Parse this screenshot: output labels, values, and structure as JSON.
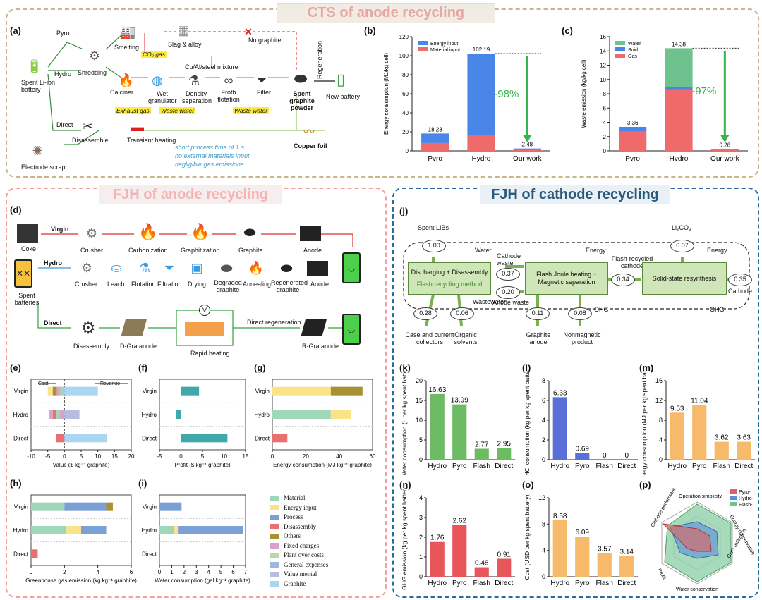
{
  "colors": {
    "blue": "#4a86e8",
    "red": "#ef6b6b",
    "green": "#6dc28e",
    "tan": "#d4a24c"
  },
  "banners": {
    "cts": "CTS of anode recycling",
    "fjh_anode": "FJH of anode recycling",
    "fjh_cathode": "FJH of cathode recycling"
  },
  "panels": {
    "a": "(a)",
    "b": "(b)",
    "c": "(c)",
    "d": "(d)",
    "e": "(e)",
    "f": "(f)",
    "g": "(g)",
    "h": "(h)",
    "i": "(i)",
    "j": "(j)",
    "k": "(k)",
    "l": "(l)",
    "m": "(m)",
    "n": "(n)",
    "o": "(o)",
    "p": "(p)"
  },
  "panel_a": {
    "pyro": "Pyro",
    "hydro": "Hydro",
    "direct": "Direct",
    "smelting": "Smelting",
    "co2": "CO₂ gas",
    "slag": "Slag & alloy",
    "no_graphite": "No graphite",
    "shredding": "Shredding",
    "spent_battery": "Spent Li-ion battery",
    "cu_mix": "Cu/Al/steel mixture",
    "calciner": "Calciner",
    "wet_gran": "Wet granulator",
    "density": "Density separation",
    "froth": "Froth flotation",
    "filter": "Filter",
    "exhaust": "Exhaust gas",
    "waste_water1": "Waste water",
    "waste_water2": "Waste water",
    "spent_graphite": "Spent graphite powder",
    "regeneration": "Regeneration",
    "new_battery": "New battery",
    "disassemble": "Disassemble",
    "transient": "Transient heating",
    "copper": "Copper foil",
    "scrap": "Electrode scrap",
    "bullets": [
      "short process time of 1 s",
      "no external materials input",
      "negligible gas emissions"
    ]
  },
  "panel_d": {
    "virgin": "Virgin",
    "hydro": "Hydro",
    "direct": "Direct",
    "row1": [
      "Coke",
      "Crusher",
      "Carbonization",
      "Graphitization",
      "Graphite",
      "Anode"
    ],
    "row2": [
      "Crusher",
      "Leach",
      "Flotation",
      "Filtration",
      "Drying",
      "Degraded graphite",
      "Annealing",
      "Regenerated graphite",
      "Anode"
    ],
    "row3": [
      "Disassembly",
      "D-Gra anode",
      "Rapid heating",
      "Direct regeneration",
      "R-Gra anode"
    ],
    "spent": "Spent batteries",
    "v": "V"
  },
  "panel_j": {
    "spent": "Spent LIBs",
    "li2co3": "Li₂CO₃",
    "water": "Water",
    "energy1": "Energy",
    "energy2": "Energy",
    "cathode_waste": "Cathode waste",
    "anode_waste": "Anode waste",
    "flash_cathode": "Flash-recycled cathode",
    "box1": "Discharging + Disassembly",
    "box1b": "Flash recycling method",
    "box2": "Flash Joule heating + Magnetic separation",
    "box3": "Solid-state resynthesis",
    "wastewater": "Wastewater",
    "ghg1": "GHG",
    "ghg2": "GHG",
    "cathode": "Cathode",
    "n_spent": "1.00",
    "n_li": "0.07",
    "n_cw": "0.37",
    "n_aw": "0.20",
    "n_fc": "0.34",
    "n_cat": "0.35",
    "n_case": "0.28",
    "n_org": "0.06",
    "n_ga": "0.11",
    "n_nm": "0.08",
    "case": "Case and current collectors",
    "org": "Organic solvents",
    "ga": "Graphite anode",
    "nm": "Nonmagnetic product"
  },
  "legend_efi": {
    "items": [
      {
        "name": "Material",
        "color": "#9fd8b8"
      },
      {
        "name": "Energy input",
        "color": "#fbe38a"
      },
      {
        "name": "Process",
        "color": "#7aa0d6"
      },
      {
        "name": "Disassembly",
        "color": "#e77070"
      },
      {
        "name": "Others",
        "color": "#a69232"
      },
      {
        "name": "Fixed charges",
        "color": "#d9a0d0"
      },
      {
        "name": "Plant over costs",
        "color": "#b6d7a8"
      },
      {
        "name": "General expenses",
        "color": "#9fb7d8"
      },
      {
        "name": "Value mental",
        "color": "#b7bde0"
      },
      {
        "name": "Graphite",
        "color": "#a9d6f0"
      }
    ]
  },
  "radar": {
    "axes": [
      "Operation simplicity",
      "Energy conservation",
      "GHG reduction",
      "Water conservation",
      "Profit",
      "Cathode performance"
    ],
    "legend": [
      "Pyro-",
      "Hydro-",
      "Flash-"
    ]
  },
  "chart_data": [
    {
      "id": "b",
      "type": "bar",
      "categories": [
        "Pvro",
        "Hydro",
        "Our work"
      ],
      "ylabel": "Energy consumption (MJ/kg cell)",
      "ylim": [
        0,
        120
      ],
      "yticks": [
        0,
        20,
        40,
        60,
        80,
        100,
        120
      ],
      "series": [
        {
          "name": "Material input",
          "values": [
            8.2,
            17.0,
            0.8
          ]
        },
        {
          "name": "Energy input",
          "values": [
            10.03,
            85.19,
            1.68
          ]
        }
      ],
      "labels": [
        "18.23",
        "102.19",
        "2.48"
      ],
      "annotation": "-98%"
    },
    {
      "id": "c",
      "type": "bar",
      "categories": [
        "Pvro",
        "Hvdro",
        "Our work"
      ],
      "ylabel": "Waste emission (kg/kg cell)",
      "ylim": [
        0,
        16
      ],
      "yticks": [
        0,
        2,
        4,
        6,
        8,
        10,
        12,
        14,
        16
      ],
      "series": [
        {
          "name": "Gas",
          "values": [
            2.7,
            8.6,
            0.2
          ]
        },
        {
          "name": "Soid",
          "values": [
            0.66,
            0.3,
            0.06
          ]
        },
        {
          "name": "Water",
          "values": [
            0,
            5.48,
            0
          ]
        }
      ],
      "labels": [
        "3.36",
        "14.38",
        "0.26"
      ],
      "annotation": "-97%"
    },
    {
      "id": "e",
      "type": "bar",
      "orientation": "horizontal",
      "categories": [
        "Virgin",
        "Hydro",
        "Direct"
      ],
      "xlabel": "Value ($ kg⁻¹ graphite)",
      "xlim": [
        -10,
        20
      ],
      "xticks": [
        -10,
        -5,
        0,
        5,
        10,
        15,
        20
      ],
      "notes": [
        "Cost",
        "Revenue"
      ]
    },
    {
      "id": "f",
      "type": "bar",
      "orientation": "horizontal",
      "categories": [
        "Virgin",
        "Hydro",
        "Direct"
      ],
      "xlabel": "Profit ($ kg⁻¹ graphite)",
      "xlim": [
        -5,
        15
      ],
      "xticks": [
        -5,
        0,
        5,
        10,
        15
      ],
      "values": [
        4.2,
        -1.2,
        10.8
      ]
    },
    {
      "id": "g",
      "type": "bar",
      "orientation": "horizontal",
      "categories": [
        "Virgin",
        "Hydro",
        "Direct"
      ],
      "xlabel": "Energy consumption (MJ kg⁻¹ graphite)",
      "xlim": [
        0,
        60
      ],
      "xticks": [
        0,
        20,
        40
      ],
      "extra_tick": "60"
    },
    {
      "id": "h",
      "type": "bar",
      "orientation": "horizontal",
      "categories": [
        "Virgin",
        "Hydro",
        "Direct"
      ],
      "xlabel": "Greenhouse gas emission (kg kg⁻¹ graphite)",
      "xlim": [
        0,
        6
      ],
      "xticks": [
        0,
        2,
        4,
        6
      ]
    },
    {
      "id": "i",
      "type": "bar",
      "orientation": "horizontal",
      "categories": [
        "Virgin",
        "Hydro",
        "Direct"
      ],
      "xlabel": "Water consumption (gal kg⁻¹ graphite)",
      "xlim": [
        0,
        7
      ],
      "xticks": [
        0,
        1,
        2,
        3,
        4,
        5,
        6,
        7
      ]
    },
    {
      "id": "k",
      "type": "bar",
      "categories": [
        "Hydro",
        "Pyro",
        "Flash",
        "Direct"
      ],
      "values": [
        16.63,
        13.99,
        2.77,
        2.95
      ],
      "labels": [
        "16.63",
        "13.99",
        "2.77",
        "2.95"
      ],
      "ylabel": "Water consumption (L per kg spent battery)",
      "ylim": [
        0,
        20
      ],
      "yticks": [
        0,
        5,
        10,
        15,
        20
      ],
      "color": "#6dbb63"
    },
    {
      "id": "l",
      "type": "bar",
      "categories": [
        "Hydro",
        "Pyro",
        "Flash",
        "Direct"
      ],
      "values": [
        6.33,
        0.69,
        0,
        0
      ],
      "labels": [
        "6.33",
        "0.69",
        "0",
        "0"
      ],
      "ylabel": "HCl consumption (kg per kg spent battery)",
      "ylim": [
        0,
        8
      ],
      "yticks": [
        0,
        2,
        4,
        6,
        8
      ],
      "color": "#5b6fd8"
    },
    {
      "id": "m",
      "type": "bar",
      "categories": [
        "Hydro",
        "Pyro",
        "Flash",
        "Direct"
      ],
      "values": [
        9.53,
        11.04,
        3.62,
        3.63
      ],
      "labels": [
        "9.53",
        "11.04",
        "3.62",
        "3.63"
      ],
      "ylabel": "Energy consumption (MJ per kg spent battery)",
      "ylim": [
        0,
        16
      ],
      "yticks": [
        0,
        4,
        8,
        12,
        16
      ],
      "color": "#f7b96a"
    },
    {
      "id": "n",
      "type": "bar",
      "categories": [
        "Hydro",
        "Pyro",
        "Flash",
        "Direct"
      ],
      "values": [
        1.76,
        2.62,
        0.48,
        0.91
      ],
      "labels": [
        "1.76",
        "2.62",
        "0.48",
        "0.91"
      ],
      "ylabel": "GHG emission (kg per kg spent battery)",
      "ylim": [
        0,
        4
      ],
      "yticks": [
        0,
        1,
        2,
        3,
        4
      ],
      "color": "#e8555a"
    },
    {
      "id": "o",
      "type": "bar",
      "categories": [
        "Hydro",
        "Pyro",
        "Flash",
        "Direct"
      ],
      "values": [
        8.58,
        6.09,
        3.57,
        3.14
      ],
      "labels": [
        "8.58",
        "6.09",
        "3.57",
        "3.14"
      ],
      "ylabel": "Cost (USD per kg spent battery)",
      "ylim": [
        0,
        12
      ],
      "yticks": [
        0,
        4,
        8,
        12
      ],
      "color": "#f7b96a"
    }
  ]
}
